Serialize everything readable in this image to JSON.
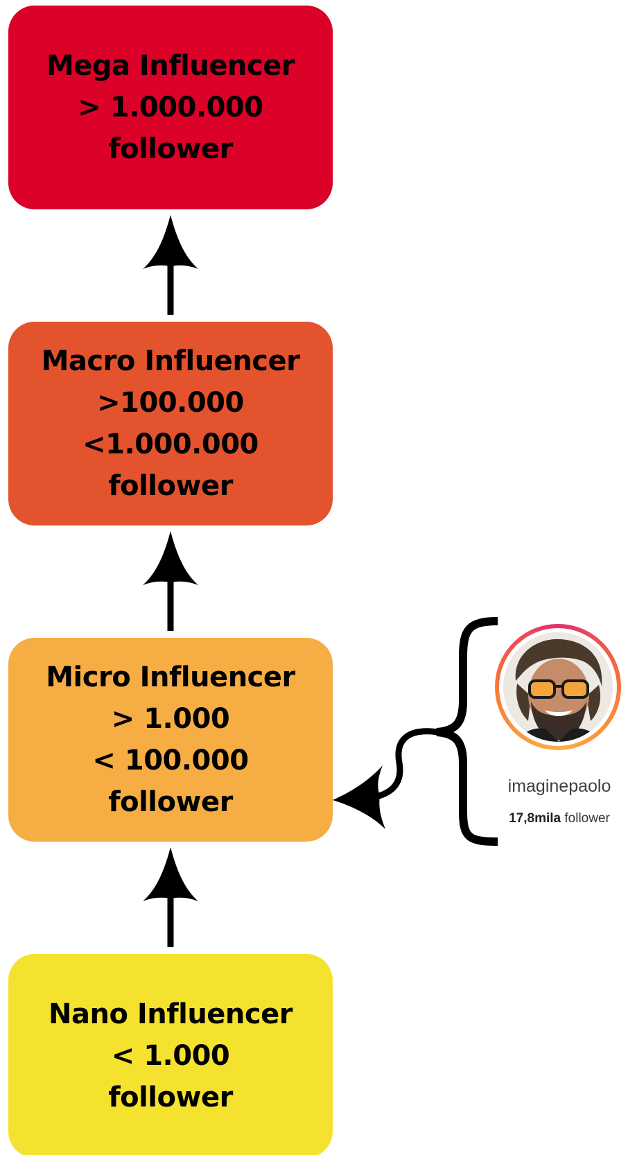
{
  "tiers": {
    "mega": {
      "lines": [
        "Mega Influencer",
        "> 1.000.000",
        "follower"
      ],
      "color": "#dc0128"
    },
    "macro": {
      "lines": [
        "Macro Influencer",
        ">100.000",
        "<1.000.000",
        "follower"
      ],
      "color": "#e3532e"
    },
    "micro": {
      "lines": [
        "Micro Influencer",
        "> 1.000",
        "< 100.000",
        "follower"
      ],
      "color": "#f6ad44"
    },
    "nano": {
      "lines": [
        "Nano Influencer",
        "< 1.000",
        "follower"
      ],
      "color": "#f5e22f"
    }
  },
  "profile": {
    "username": "imaginepaolo",
    "follower_count": "17,8mila",
    "follower_label": "follower",
    "avatar_icon": "profile-photo-avatar"
  }
}
